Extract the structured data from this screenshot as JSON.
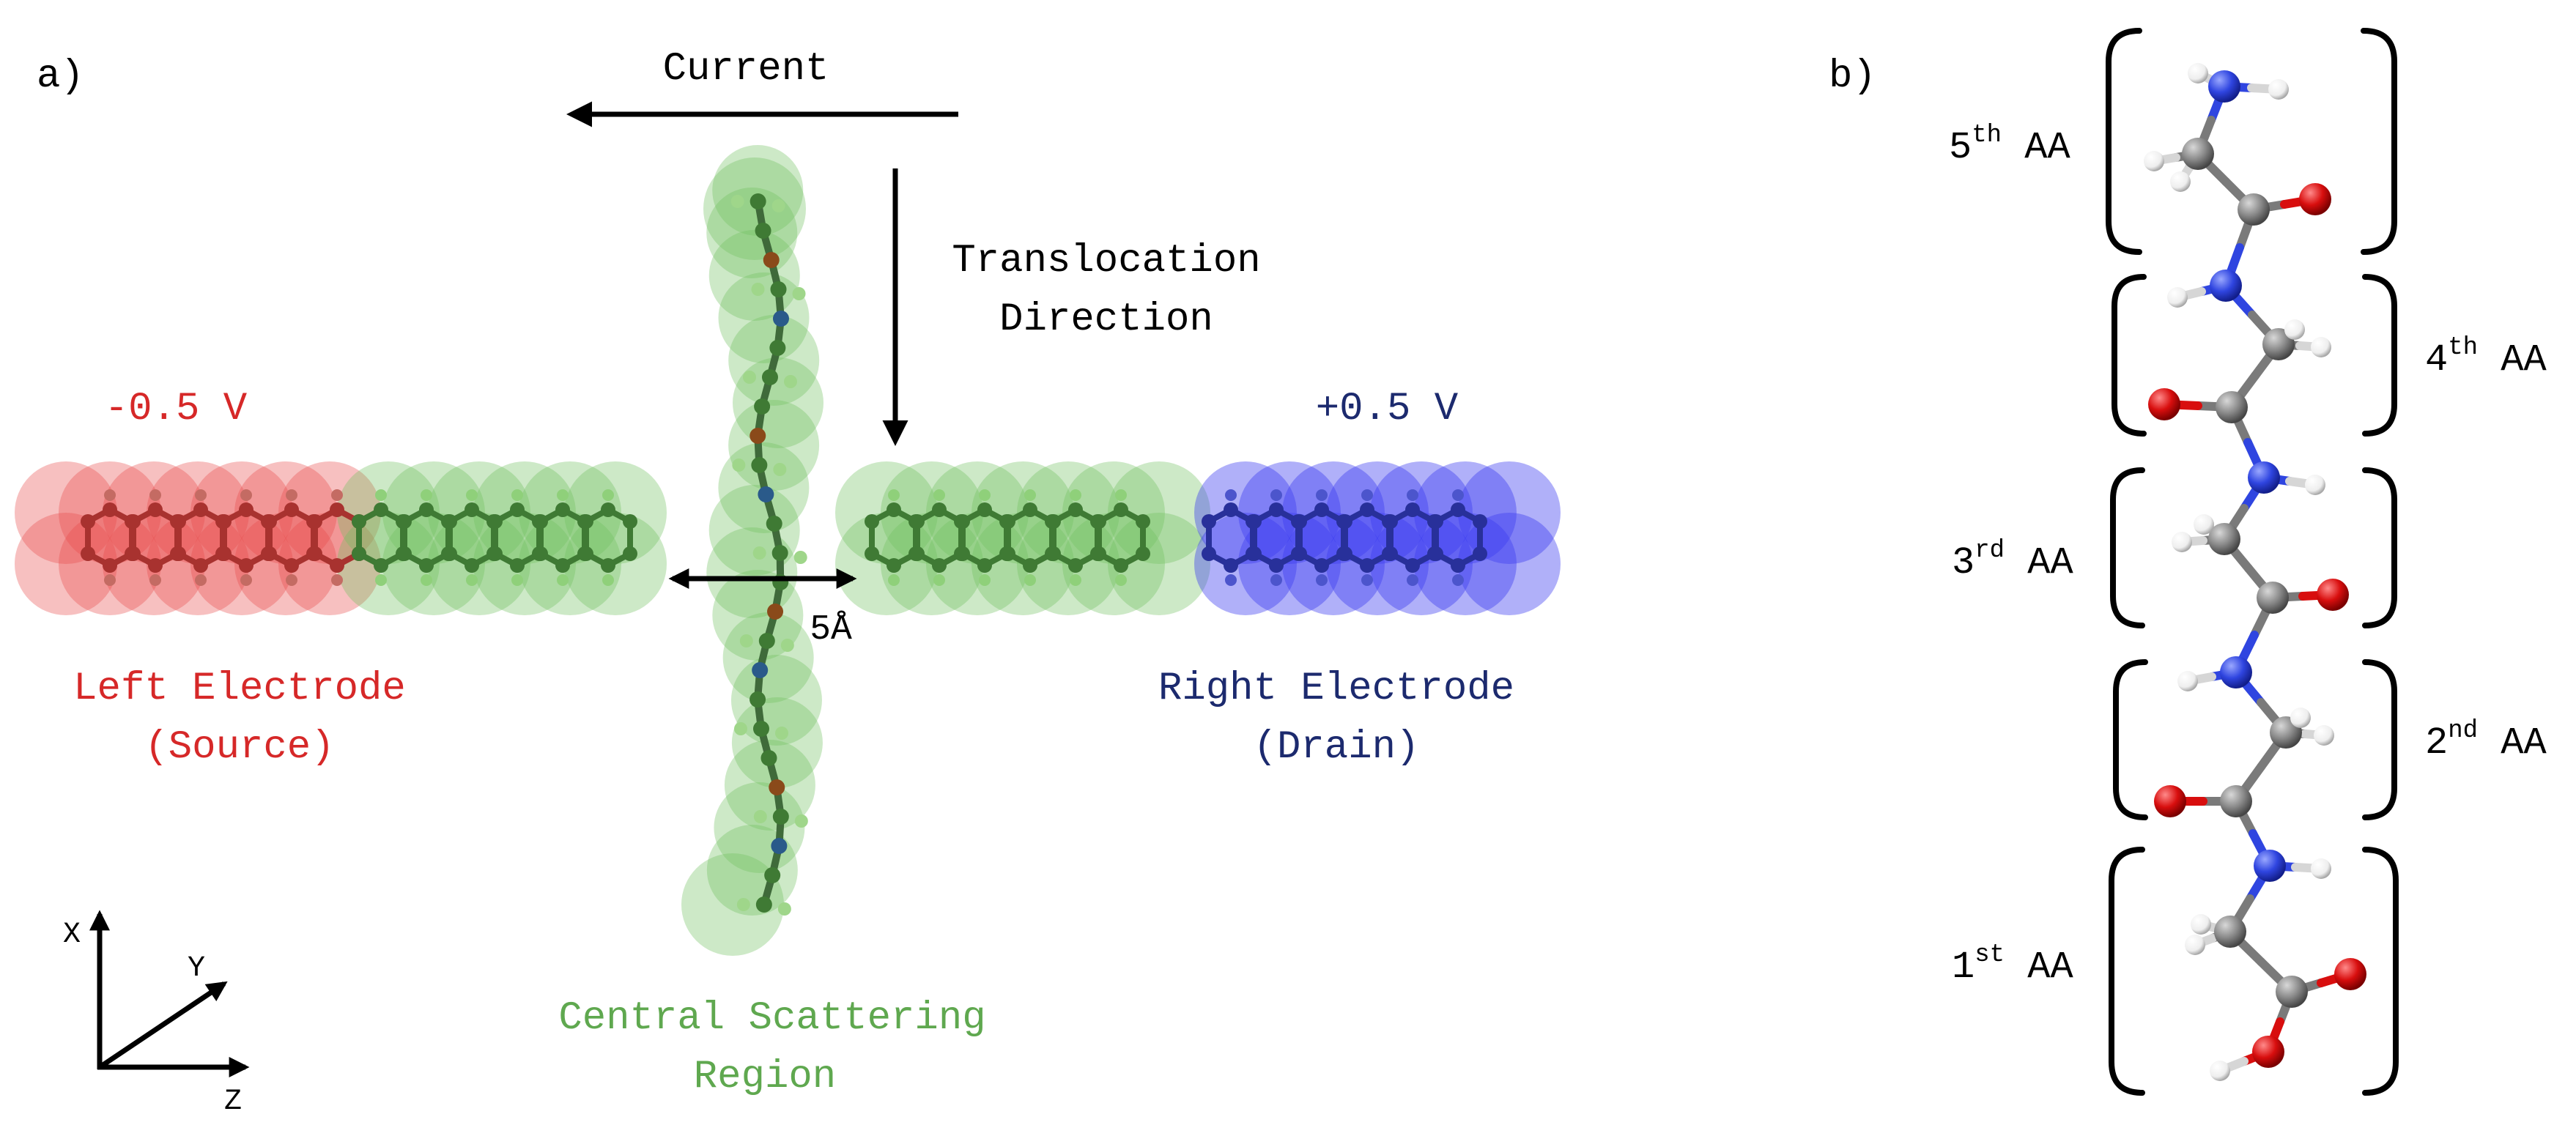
{
  "panel_a": {
    "label": "a)",
    "current_label": "Current",
    "translocation_line1": "Translocation",
    "translocation_line2": "Direction",
    "left_voltage": "-0.5 V",
    "right_voltage": "+0.5 V",
    "gap_label": "5Å",
    "left_electrode_line1": "Left Electrode",
    "left_electrode_line2": "(Source)",
    "right_electrode_line1": "Right Electrode",
    "right_electrode_line2": "(Drain)",
    "central_line1": "Central Scattering",
    "central_line2": "Region",
    "axis_x": "X",
    "axis_y": "Y",
    "axis_z": "Z"
  },
  "panel_b": {
    "label": "b)",
    "residues": [
      {
        "num": "5",
        "sup": "th",
        "suffix": "AA"
      },
      {
        "num": "4",
        "sup": "th",
        "suffix": "AA"
      },
      {
        "num": "3",
        "sup": "rd",
        "suffix": "AA"
      },
      {
        "num": "2",
        "sup": "nd",
        "suffix": "AA"
      },
      {
        "num": "1",
        "sup": "st",
        "suffix": "AA"
      }
    ]
  },
  "colors": {
    "source_red": "#d62828",
    "drain_blue": "#1c2a6e",
    "central_green": "#5fa84f",
    "carbon_gray": "#7a7a7a",
    "nitrogen_blue": "#2f45e0",
    "oxygen_red": "#d80e0e",
    "hydrogen_white": "#ffffff"
  }
}
